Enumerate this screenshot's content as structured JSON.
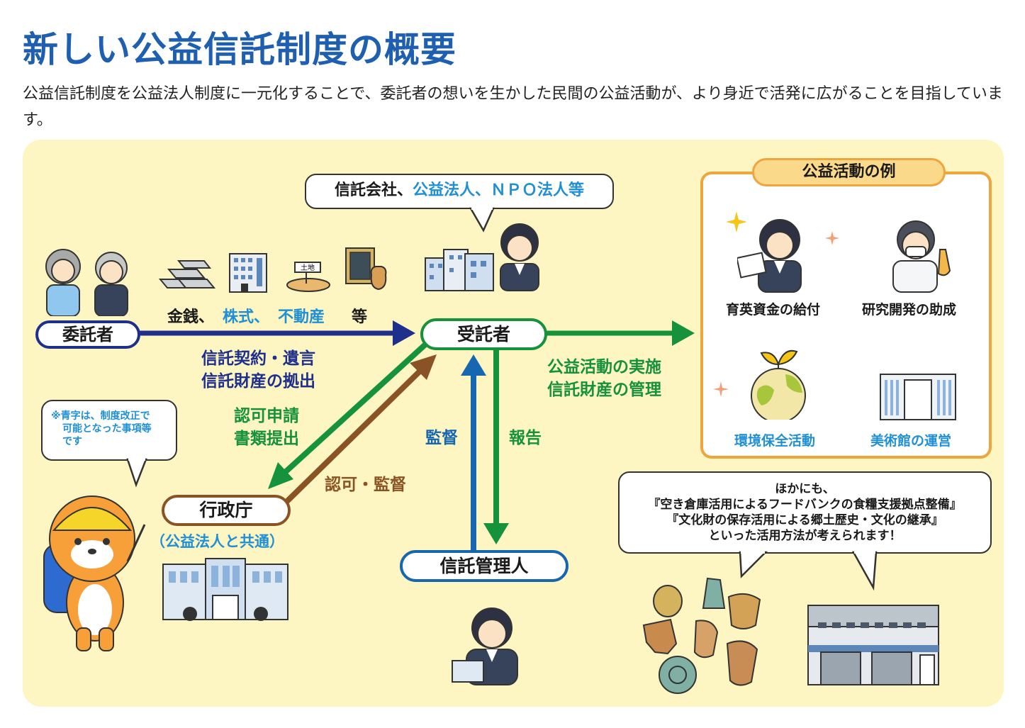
{
  "title": "新しい公益信託制度の概要",
  "lead": "公益信託制度を公益法人制度に一元化することで、委託者の想いを生かした民間の公益活動が、より身近で活発に広がることを目指しています。",
  "nodes": {
    "settlor": "委託者",
    "trustee": "受託者",
    "agency": "行政庁",
    "agency_note": "（公益法人と共通）",
    "administrator": "信託管理人"
  },
  "assets": {
    "money": "金銭、",
    "stock": "株式、",
    "realestate": "不動産",
    "etc": "等"
  },
  "trustee_bubble": {
    "part1": "信託会社、",
    "part2": "公益法人、",
    "part3": "ＮＰＯ法人等"
  },
  "flows": {
    "contract_line1": "信託契約・遺言",
    "contract_line2": "信託財産の拠出",
    "apply_line1": "認可申請",
    "apply_line2": "書類提出",
    "approve": "認可・監督",
    "supervise": "監督",
    "report": "報告",
    "activity_line1": "公益活動の実施",
    "activity_line2": "信託財産の管理"
  },
  "note": {
    "line1": "※青字は、制度改正で",
    "line2": "可能となった事項等",
    "line3": "です"
  },
  "examples": {
    "title": "公益活動の例",
    "items": [
      {
        "label": "育英資金の給付",
        "color": "#1a1a1a"
      },
      {
        "label": "研究開発の助成",
        "color": "#1a1a1a"
      },
      {
        "label": "環境保全活動",
        "color": "#1f8fd6"
      },
      {
        "label": "美術館の運営",
        "color": "#1f8fd6"
      }
    ]
  },
  "other_bubble": {
    "line1": "ほかにも、",
    "line2": "『空き倉庫活用によるフードバンクの食糧支援拠点整備』",
    "line3": "『文化財の保存活用による郷土歴史・文化の継承』",
    "line4": "といった活用方法が考えられます！"
  },
  "sign_text": "土地",
  "colors": {
    "navy": "#1e2f8c",
    "green": "#16913c",
    "brown": "#8a5324",
    "blue": "#1766b0",
    "highlight": "#1f8fd6",
    "panel": "#fdf5c2",
    "orange": "#f0a43c"
  }
}
